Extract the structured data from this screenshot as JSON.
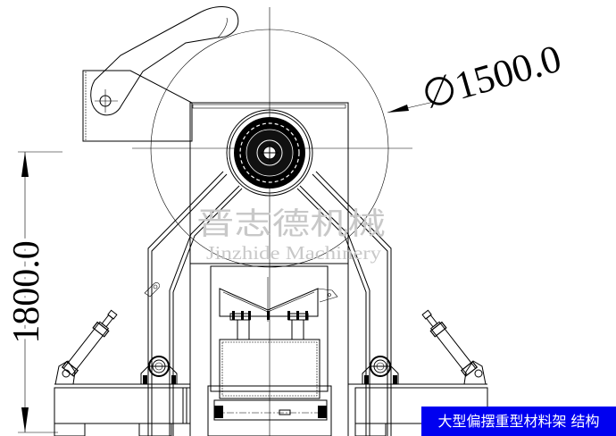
{
  "drawing": {
    "title": "大型偏摆重型材料架 结构",
    "watermark": {
      "chinese": "晋志德机械",
      "english": "Jinzhide Machinery"
    },
    "dimensions": {
      "diameter": "∅1500.0",
      "height": "1800.0"
    },
    "colors": {
      "caption_background": "#0000f0",
      "caption_text": "#ffffff",
      "watermark": "#c8c8c8",
      "line": "#000000"
    }
  }
}
